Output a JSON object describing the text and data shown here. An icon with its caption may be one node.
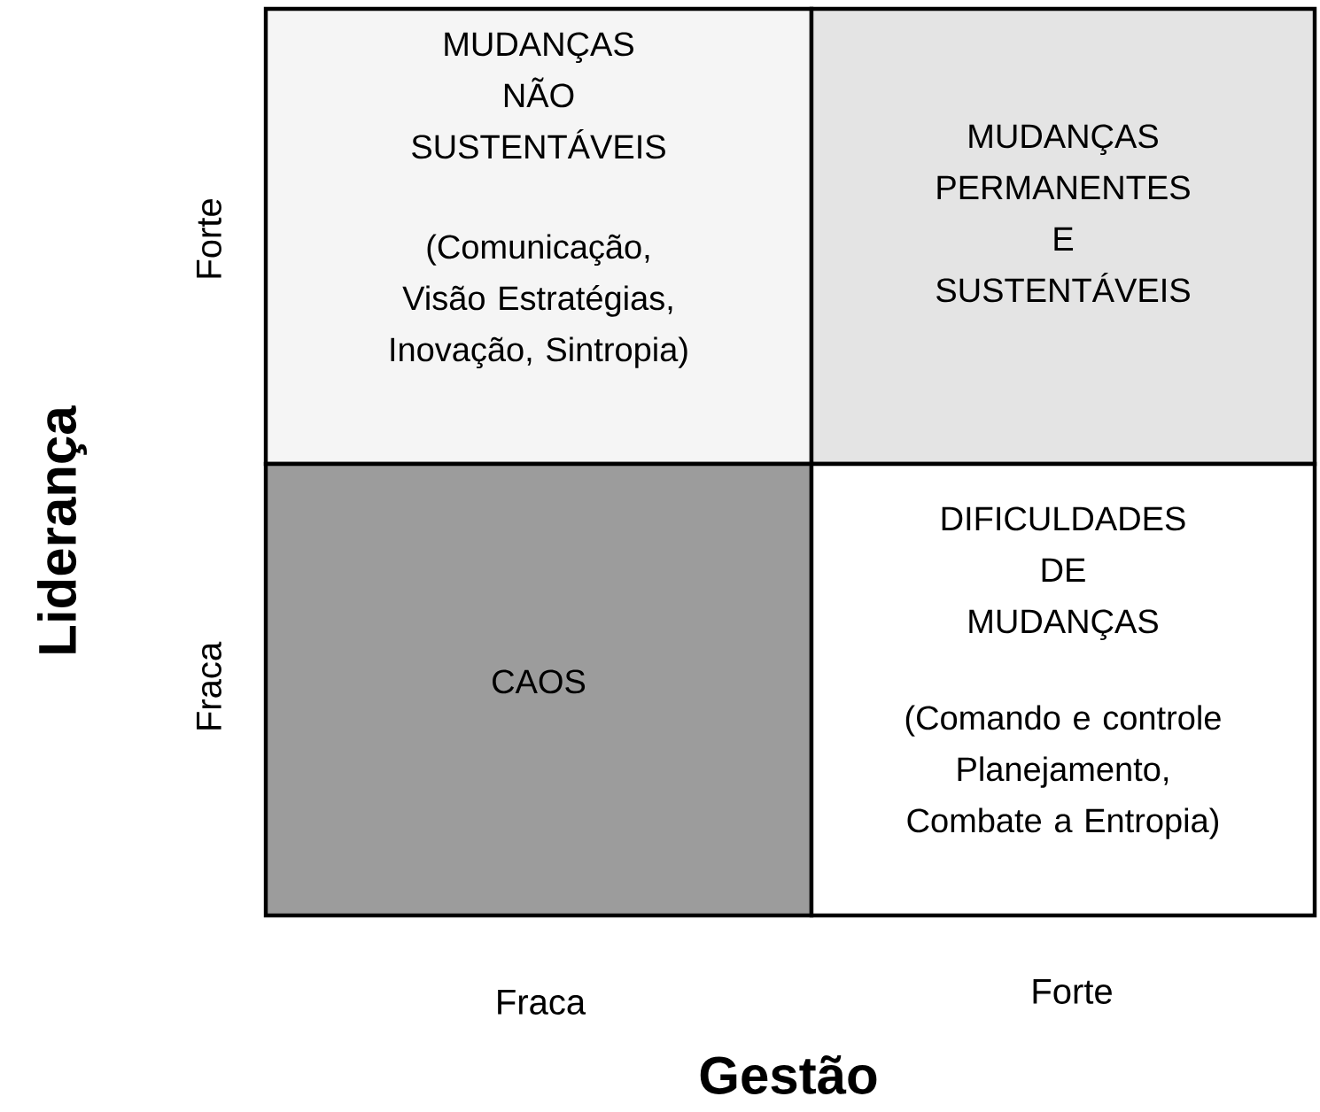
{
  "diagram": {
    "nodes": [
      {
        "text": [
          "MUDANÇAS NÃO SUSTENTÁVEIS",
          "(Comunicação, Visão Estratégias, Inovação, Sintropia)"
        ]
      },
      {
        "text": [
          "MUDANÇAS PERMANENTES E SUSTENTÁVEIS"
        ]
      },
      {
        "text": [
          "CAOS"
        ]
      },
      {
        "text": [
          "DIFICULDADES DE MUDANÇAS",
          "(Comando e controle Planejamento, Combate a Entropia)"
        ]
      }
    ],
    "labels": [
      "Liderança",
      "Forte",
      "Fraca",
      "Fraca",
      "Forte",
      "Gestão"
    ]
  }
}
